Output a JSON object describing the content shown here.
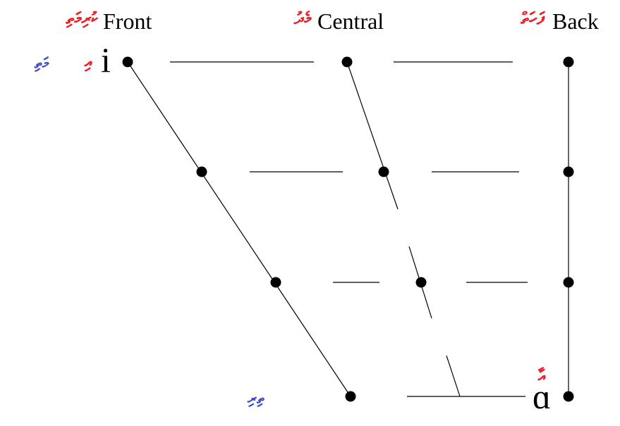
{
  "headers": {
    "front": {
      "label": "Front",
      "thaana": "ކުރިމަތި"
    },
    "central": {
      "label": "Central",
      "thaana": "މެދު"
    },
    "back": {
      "label": "Back",
      "thaana": "ފަހަތް"
    }
  },
  "vowels": {
    "i": {
      "symbol": "i",
      "thaana": "އި"
    },
    "a": {
      "symbol": "ɑ",
      "thaana": "އާ"
    }
  },
  "height_labels": {
    "close": "މަތި",
    "open": "ތިރި"
  },
  "colors": {
    "line": "#000000",
    "dot": "#000000",
    "thaana_header": "#ee1c25",
    "height_label": "#3f48cc"
  },
  "chart_data": {
    "type": "diagram",
    "title": "",
    "columns": [
      "Front",
      "Central",
      "Back"
    ],
    "levels": 4,
    "points": [
      {
        "column": "Front",
        "level": 1
      },
      {
        "column": "Front",
        "level": 2
      },
      {
        "column": "Front",
        "level": 3
      },
      {
        "column": "Front",
        "level": 4
      },
      {
        "column": "Central",
        "level": 1
      },
      {
        "column": "Central",
        "level": 2
      },
      {
        "column": "Central",
        "level": 3
      },
      {
        "column": "Back",
        "level": 1
      },
      {
        "column": "Back",
        "level": 2
      },
      {
        "column": "Back",
        "level": 3
      },
      {
        "column": "Back",
        "level": 4
      }
    ]
  }
}
